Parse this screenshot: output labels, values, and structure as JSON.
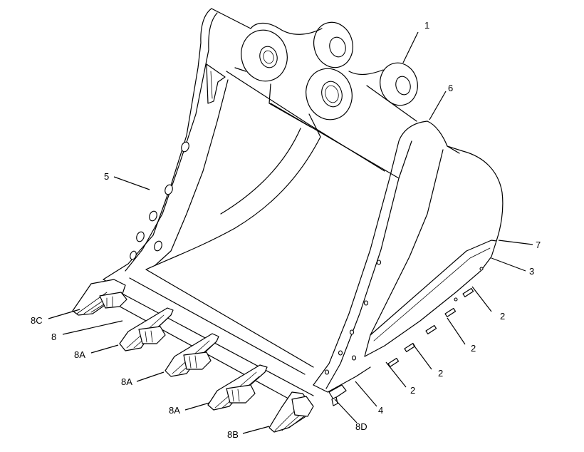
{
  "callouts": {
    "c1": "1",
    "c2a": "2",
    "c2b": "2",
    "c2c": "2",
    "c2d": "2",
    "c3": "3",
    "c4": "4",
    "c5": "5",
    "c6": "6",
    "c7": "7",
    "c8": "8",
    "c8a1": "8A",
    "c8a2": "8A",
    "c8a3": "8A",
    "c8b": "8B",
    "c8c": "8C",
    "c8d": "8D"
  }
}
